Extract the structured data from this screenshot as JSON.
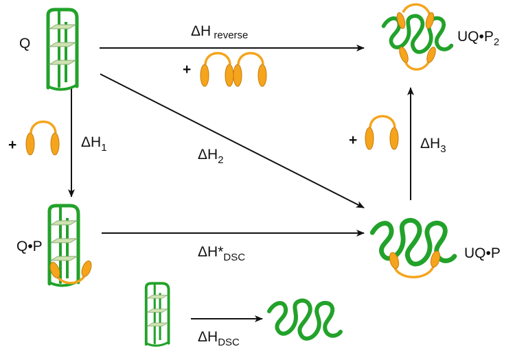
{
  "colors": {
    "strand": "#22a22a",
    "tetrad_fill": "#cfe3b0",
    "tetrad_edge": "#8aa878",
    "probe_body": "#f5a41c",
    "probe_edge": "#c47c0c",
    "arrow": "#111111"
  },
  "species": {
    "q": {
      "main": "Q"
    },
    "qp": {
      "main": "Q•P"
    },
    "uqp": {
      "main": "UQ•P"
    },
    "uqp2": {
      "main": "UQ•P",
      "sub": "2"
    }
  },
  "enthalpies": {
    "reverse": {
      "main": "ΔH",
      "sub": " reverse"
    },
    "h1": {
      "main": "ΔH",
      "sub": "1"
    },
    "h2": {
      "main": "ΔH",
      "sub": "2"
    },
    "h3": {
      "main": "ΔH",
      "sub": "3"
    },
    "dsc_star": {
      "main": "ΔH*",
      "sub": "DSC"
    },
    "dsc": {
      "main": "ΔH",
      "sub": "DSC"
    }
  },
  "plus_sign": "+",
  "icons": {
    "quadruplex": "g-quadruplex-icon",
    "unfolded": "unfolded-strand-icon",
    "probe": "probe-icon"
  }
}
